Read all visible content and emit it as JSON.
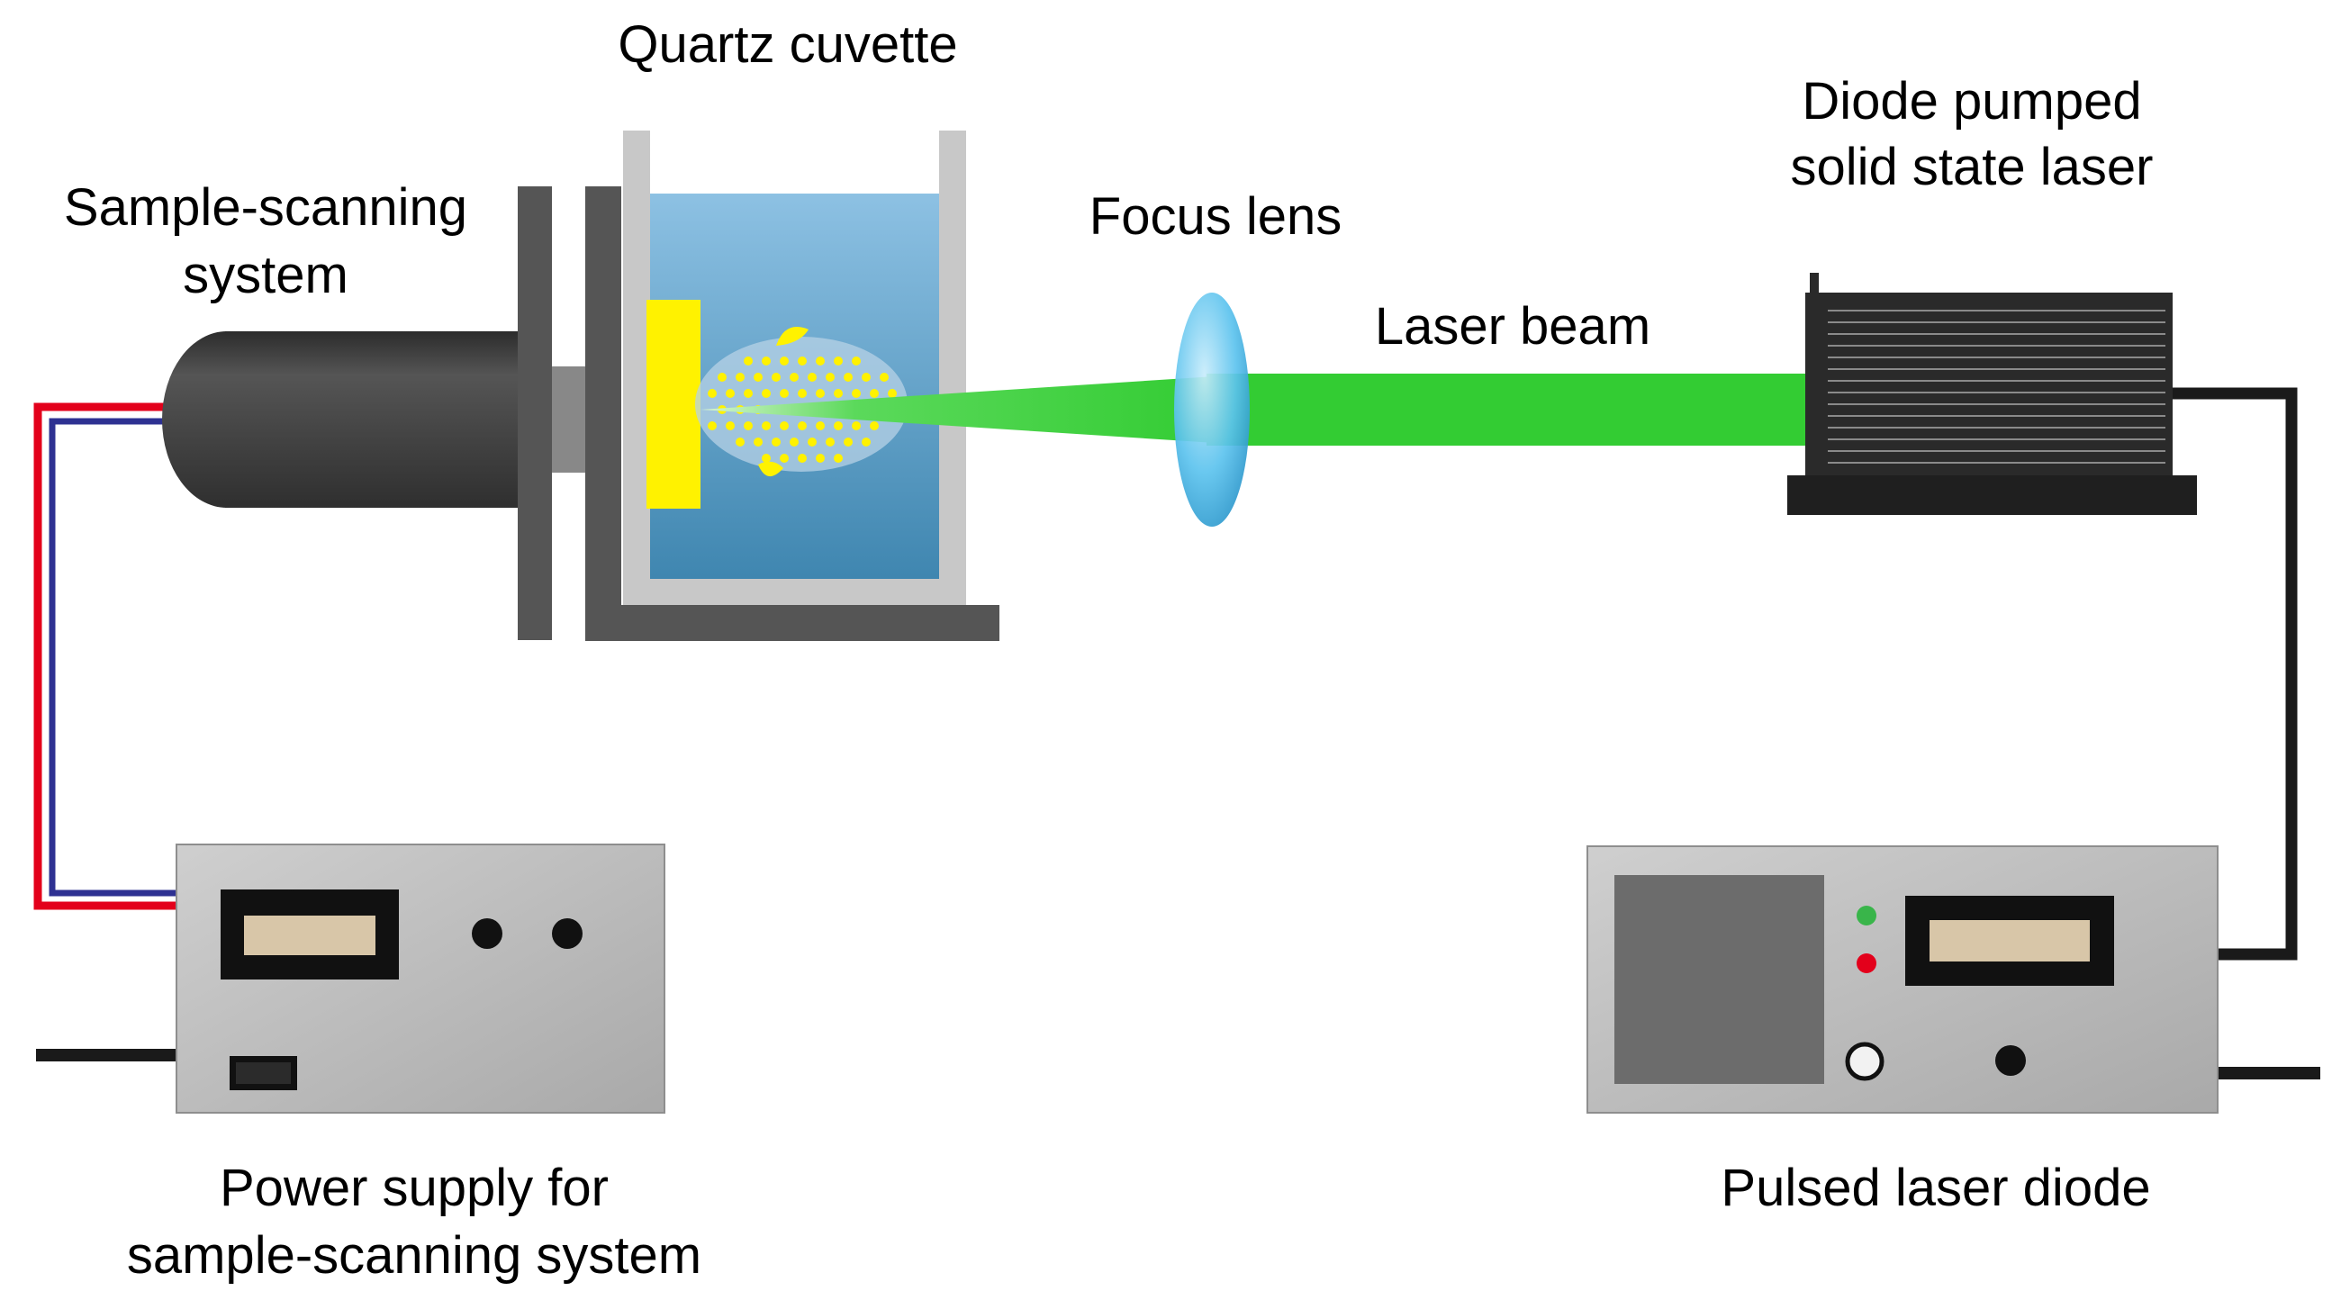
{
  "labels": {
    "quartz_cuvette": "Quartz cuvette",
    "sample_scanning_line1": "Sample-scanning",
    "sample_scanning_line2": "system",
    "focus_lens": "Focus lens",
    "laser_beam": "Laser beam",
    "dpss_line1": "Diode pumped",
    "dpss_line2": "solid state laser",
    "power_supply_line1": "Power supply for",
    "power_supply_line2": "sample-scanning system",
    "pulsed_laser_diode": "Pulsed laser diode"
  },
  "colors": {
    "beam_green": "#33cc33",
    "water_top": "#8dc1e3",
    "water_bottom": "#3f86b0",
    "target_yellow": "#fff200",
    "lens_blue": "#5cc3ee",
    "device_gray": "#bdbdbd",
    "dark_body": "#3a3a3a",
    "cable_red": "#e3001b",
    "cable_blue": "#2e3192",
    "display_beige": "#d8c6a8",
    "led_green": "#39b54a",
    "led_red": "#e3001b"
  }
}
